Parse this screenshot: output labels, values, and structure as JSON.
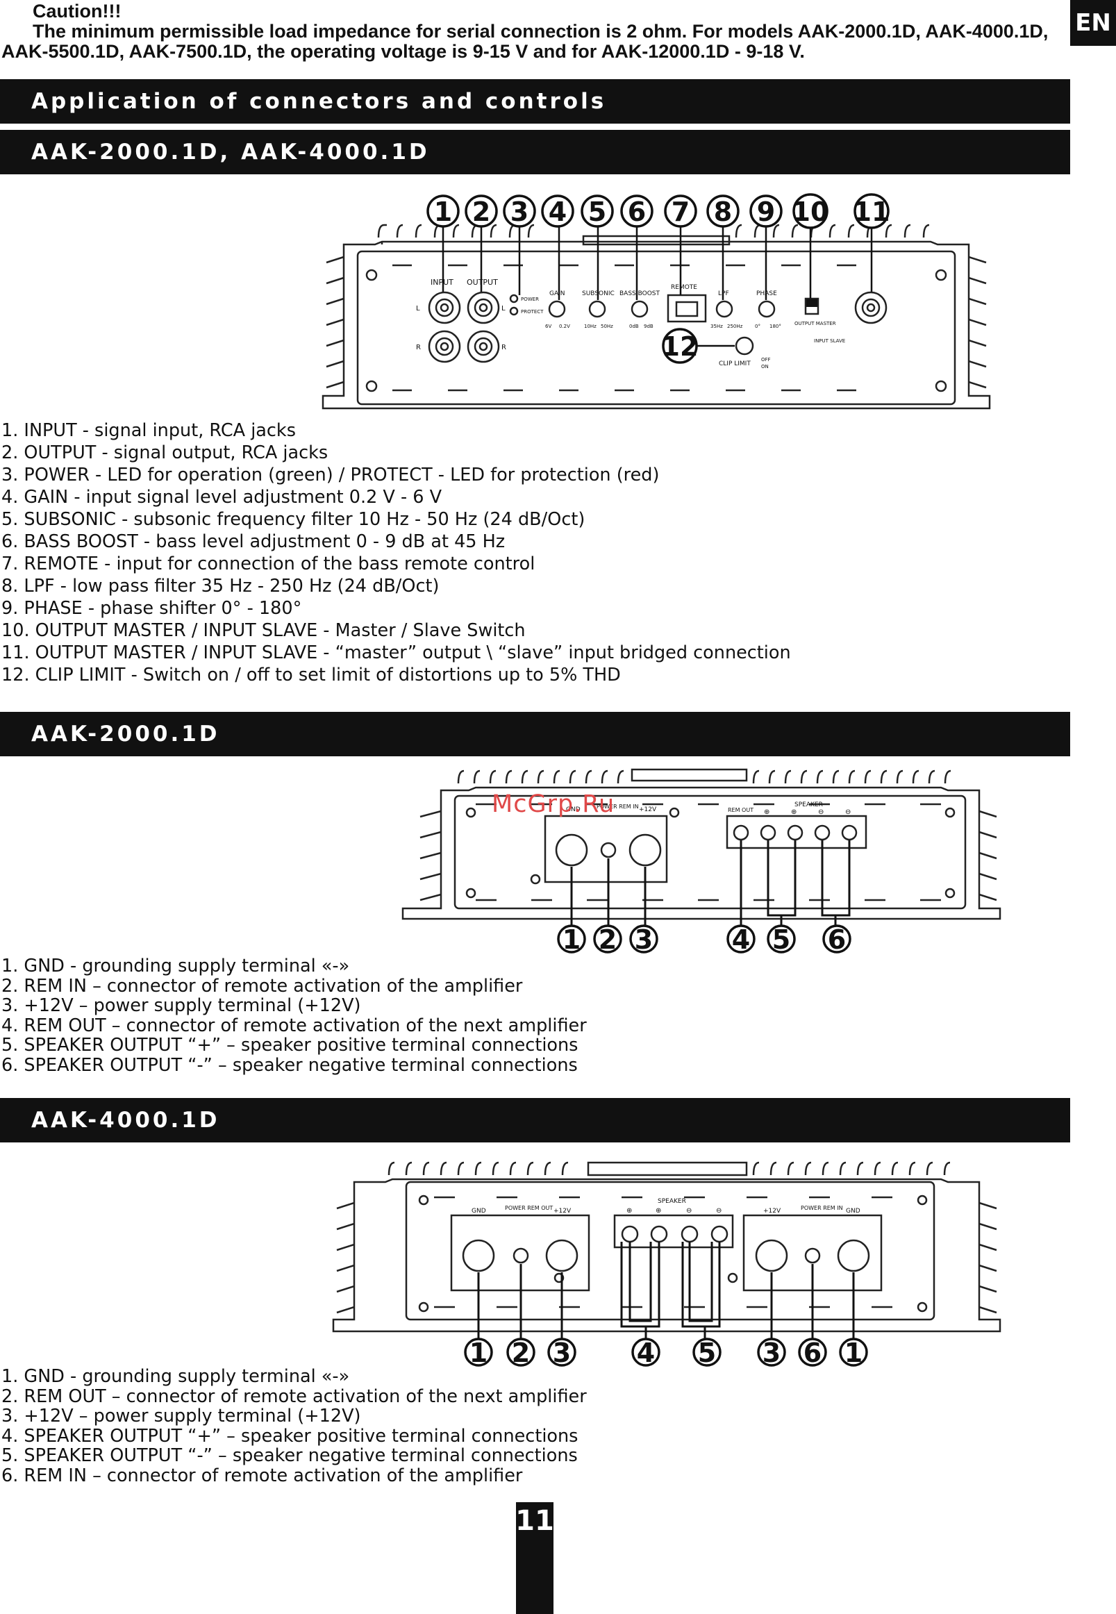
{
  "caution": {
    "title": "Caution!!!",
    "line1": "The minimum permissible load impedance for serial connection is 2 ohm. For models AAK-2000.1D, AAK-4000.1D,",
    "line2": "AAK-5500.1D, AAK-7500.1D, the operating voltage is 9-15 V and for AAK-12000.1D - 9-18 V."
  },
  "lang_tab": "EN",
  "section_main_title": "Application of connectors and controls",
  "section1": {
    "title": "AAK-2000.1D, AAK-4000.1D",
    "callouts": [
      "1",
      "2",
      "3",
      "4",
      "5",
      "6",
      "7",
      "8",
      "9",
      "10",
      "11",
      "12"
    ],
    "panel_labels": {
      "input": "INPUT",
      "output": "OUTPUT",
      "power": "POWER",
      "protect": "PROTECT",
      "gain": "GAIN",
      "gain_min": "6V",
      "gain_max": "0.2V",
      "subsonic": "SUBSONIC",
      "sub_min": "10Hz",
      "sub_max": "50Hz",
      "bass_boost": "BASS BOOST",
      "bb_min": "0dB",
      "bb_max": "9dB",
      "remote": "REMOTE",
      "lpf": "LPF",
      "lpf_min": "35Hz",
      "lpf_max": "250Hz",
      "phase": "PHASE",
      "ph_min": "0°",
      "ph_max": "180°",
      "output_master": "OUTPUT MASTER",
      "input_slave": "INPUT SLAVE",
      "clip_limit": "CLIP LIMIT",
      "off": "OFF",
      "on": "ON",
      "l": "L",
      "r": "R"
    },
    "items": [
      "1. INPUT - signal input, RCA jacks",
      "2. OUTPUT - signal output, RCA jacks",
      "3. POWER - LED for operation (green) / PROTECT - LED for protection (red)",
      "4. GAIN - input signal level adjustment 0.2 V - 6 V",
      "5. SUBSONIC - subsonic frequency filter 10 Hz - 50 Hz (24 dB/Oct)",
      "6. BASS BOOST - bass level adjustment 0 - 9 dB at 45 Hz",
      "7. REMOTE - input for connection of the bass remote control",
      "8. LPF - low pass filter 35 Hz - 250 Hz (24 dB/Oct)",
      "9. PHASE - phase shifter 0° - 180°",
      "10. OUTPUT MASTER / INPUT SLAVE -  Master / Slave Switch",
      "11. OUTPUT MASTER / INPUT SLAVE - “master” output \\ “slave” input bridged connection",
      "12. CLIP LIMIT - Switch on / off to set limit of distortions up to 5% THD"
    ]
  },
  "section2": {
    "title": "AAK-2000.1D",
    "callouts": [
      "1",
      "2",
      "3",
      "4",
      "5",
      "6"
    ],
    "panel_labels": {
      "gnd": "GND",
      "power_rem_in": "POWER REM IN",
      "plus12": "+12V",
      "rem_out": "REM OUT",
      "speaker": "SPEAKER",
      "plus": "⊕",
      "minus": "⊖"
    },
    "items": [
      "1. GND - grounding supply terminal  «-»",
      "2. REM IN – connector of remote activation of the amplifier",
      "3. +12V – power supply terminal (+12V)",
      "4. REM OUT – connector of remote activation of the next amplifier",
      "5. SPEAKER OUTPUT “+” – speaker positive terminal connections",
      "6. SPEAKER OUTPUT “-” – speaker negative terminal connections"
    ]
  },
  "section3": {
    "title": "AAK-4000.1D",
    "callouts": [
      "1",
      "2",
      "3",
      "4",
      "5",
      "3",
      "6",
      "1"
    ],
    "panel_labels": {
      "gnd": "GND",
      "power_rem_out": "POWER REM OUT",
      "plus12": "+12V",
      "speaker": "SPEAKER",
      "power_rem_in": "POWER REM IN",
      "plus": "⊕",
      "minus": "⊖"
    },
    "items": [
      "1. GND - grounding supply terminal  «-»",
      "2. REM OUT – connector of remote activation of the next amplifier",
      "3. +12V – power supply terminal (+12V)",
      "4. SPEAKER OUTPUT “+” – speaker positive terminal connections",
      "5. SPEAKER OUTPUT “-” – speaker negative terminal connections",
      "6. REM IN – connector of remote activation of the amplifier"
    ]
  },
  "watermark": "McGrp.Ru",
  "page_number": "11"
}
